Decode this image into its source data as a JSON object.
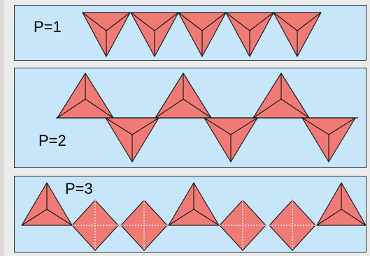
{
  "panels": [
    {
      "label": "P=1",
      "description_colors": {
        "fill": "#f07b76",
        "stroke": "#222222"
      }
    },
    {
      "label": "P=2"
    },
    {
      "label": "P=3"
    }
  ],
  "colors": {
    "panel_bg": "#c7e6f9",
    "polyhedron_fill": "#f07b76",
    "stroke": "#1a1a1a",
    "page_bg": "#ececec"
  }
}
